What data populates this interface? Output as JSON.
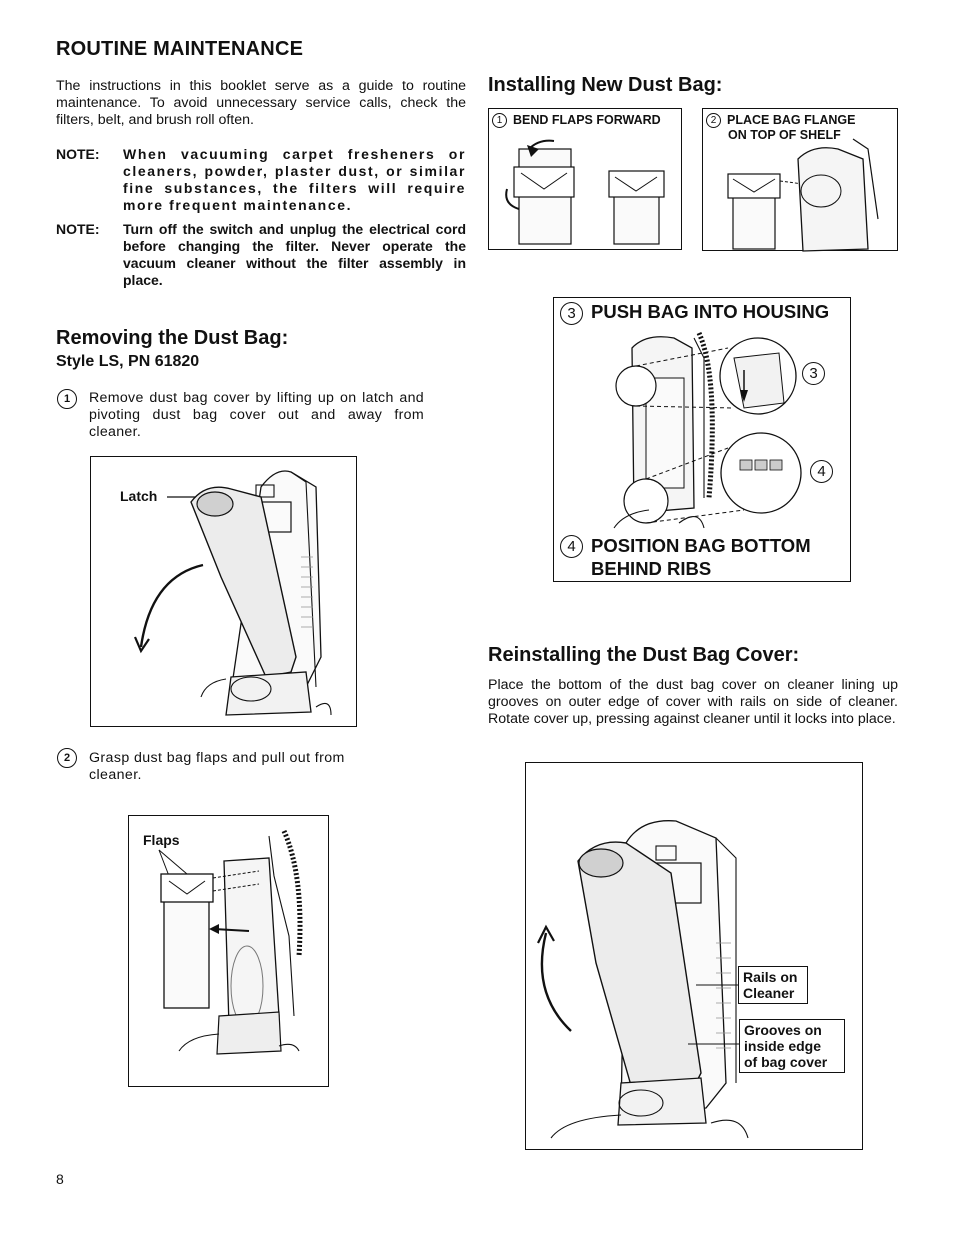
{
  "page": {
    "title": "ROUTINE MAINTENANCE",
    "intro": "The instructions in this booklet serve as a guide to routine maintenance. To avoid unnecessary service calls, check the filters, belt, and brush roll often.",
    "notes": [
      {
        "label": "NOTE:",
        "text": "When vacuuming carpet fresheners or cleaners, powder, plaster dust, or similar fine substances, the filters will require more frequent maintenance."
      },
      {
        "label": "NOTE:",
        "text": "Turn off the switch and unplug the electrical cord before changing the filter. Never operate the vacuum cleaner without the filter assembly in place."
      }
    ],
    "page_number": "8"
  },
  "removing": {
    "heading": "Removing the Dust Bag:",
    "subheading": "Style LS, PN 61820",
    "steps": [
      {
        "num": "1",
        "text": "Remove dust bag cover by lifting up on latch and pivoting dust bag cover out and away from cleaner."
      },
      {
        "num": "2",
        "text": "Grasp dust bag flaps and pull out from cleaner."
      }
    ],
    "fig1_label": "Latch",
    "fig2_label": "Flaps"
  },
  "installing": {
    "heading": "Installing New Dust Bag:",
    "panel1": {
      "num": "1",
      "text": "BEND FLAPS FORWARD"
    },
    "panel2": {
      "num": "2",
      "line1": "PLACE BAG FLANGE",
      "line2": "ON TOP OF SHELF"
    },
    "panel3": {
      "num": "3",
      "text": "PUSH BAG INTO HOUSING"
    },
    "panel4": {
      "num": "4",
      "line1": "POSITION BAG BOTTOM",
      "line2": "BEHIND RIBS"
    },
    "detail_num_a": "3",
    "detail_num_b": "4"
  },
  "reinstalling": {
    "heading": "Reinstalling the Dust Bag Cover:",
    "text": "Place the bottom of the dust bag cover on cleaner lining up grooves on outer edge of cover with rails on side of cleaner. Rotate cover up, pressing against cleaner until it locks into place.",
    "callout_rails_1": "Rails on",
    "callout_rails_2": "Cleaner",
    "callout_grooves_1": "Grooves on",
    "callout_grooves_2": "inside edge",
    "callout_grooves_3": "of bag cover"
  }
}
